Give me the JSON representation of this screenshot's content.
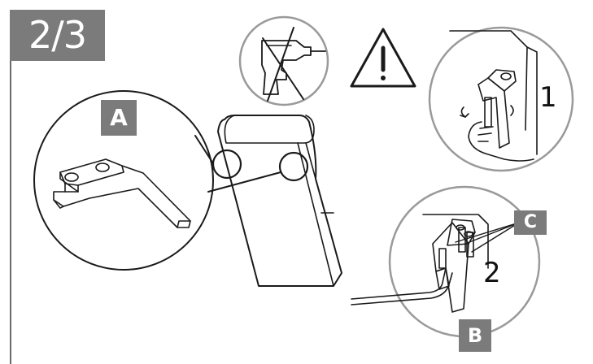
{
  "step_indicator": "2/3",
  "labels": {
    "a": "A",
    "b": "B",
    "c": "C"
  },
  "sub_steps": {
    "first": "1",
    "second": "2"
  },
  "icons": {
    "no_drill": "no-power-drill-icon",
    "warning": "warning-triangle-icon"
  },
  "colors": {
    "label_fill": "#7b7b7b",
    "line": "#1a1a1a",
    "circle_stroke": "#9a9a9a"
  }
}
